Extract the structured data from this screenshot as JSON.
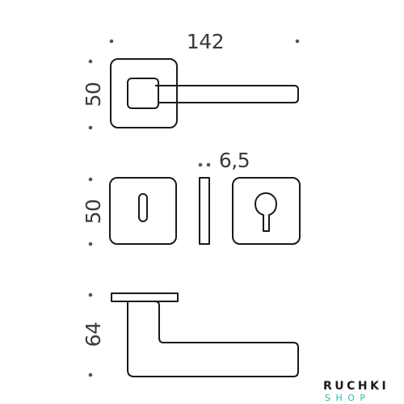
{
  "dimensions": {
    "width_handle": "142",
    "height_rose": "50",
    "height_escutcheon": "50",
    "thickness": "6,5",
    "height_side": "64"
  },
  "brand": {
    "line1": "RUCHKI",
    "line2": "SHOP",
    "accent_color": "#2ab6a6"
  }
}
